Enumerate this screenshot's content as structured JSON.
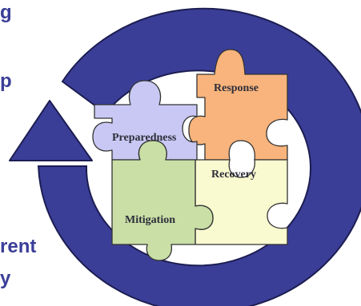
{
  "left_text_fragments": [
    "g",
    "p",
    "rent",
    "y"
  ],
  "puzzle": {
    "preparedness": {
      "label": "Preparedness",
      "color": "#c9c8f4"
    },
    "response": {
      "label": "Response",
      "color": "#f8b47c"
    },
    "mitigation": {
      "label": "Mitigation",
      "color": "#c9dfa6"
    },
    "recovery": {
      "label": "Recovery",
      "color": "#fafad0"
    }
  },
  "cycle_arrow": {
    "color": "#3b3e97",
    "outline": "#1c1d52"
  },
  "text_color": "#3b3e97",
  "label_color": "#2e2e3a"
}
